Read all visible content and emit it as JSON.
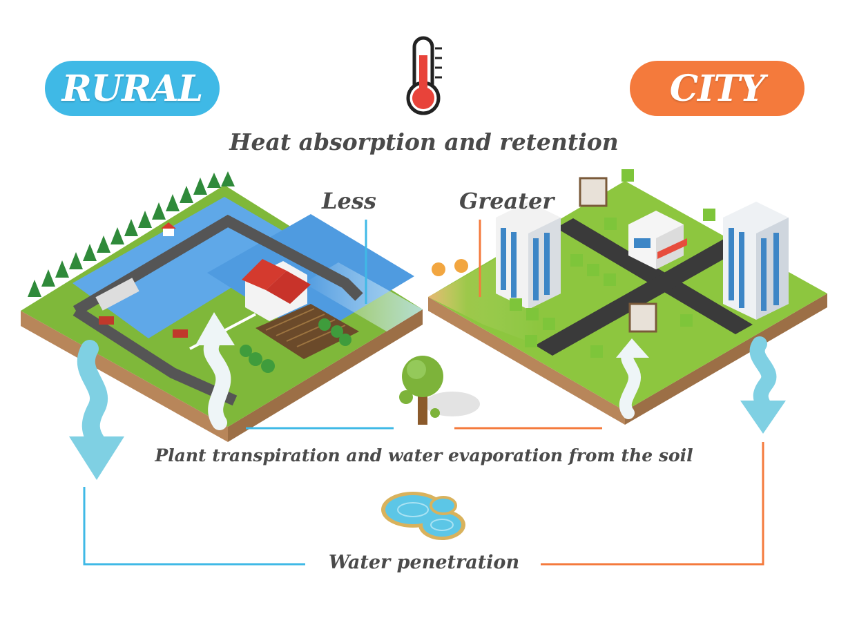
{
  "labels": {
    "rural": "RURAL",
    "city": "CITY",
    "heat": "Heat absorption and retention",
    "less": "Less",
    "greater": "Greater",
    "transpiration": "Plant transpiration and water evaporation from the soil",
    "penetration": "Water penetration"
  },
  "colors": {
    "rural_blue": "#3fb9e6",
    "city_orange": "#f47a3c",
    "arrow_blue": "#7fd0e3",
    "grass": "#8dc63f",
    "road": "#3d3d3d",
    "water": "#5fa8e8"
  },
  "icons": [
    "thermometer-icon",
    "tree-icon",
    "puddle-icon",
    "steam-arrow-icon",
    "water-down-arrow-icon"
  ]
}
